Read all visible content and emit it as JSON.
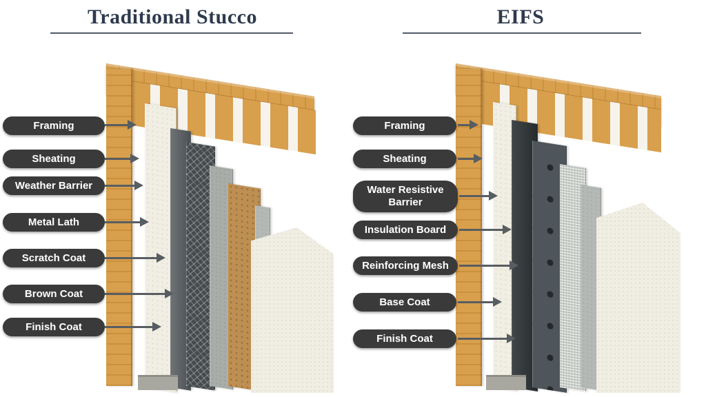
{
  "diagram": {
    "type": "wall-system-comparison",
    "panels": [
      {
        "title": "Traditional Stucco",
        "labels": [
          "Framing",
          "Sheating",
          "Weather Barrier",
          "Metal Lath",
          "Scratch Coat",
          "Brown Coat",
          "Finish Coat"
        ]
      },
      {
        "title": "EIFS",
        "labels": [
          "Framing",
          "Sheating",
          "Water Resistive Barrier",
          "Insulation Board",
          "Reinforcing Mesh",
          "Base Coat",
          "Finish Coat"
        ]
      }
    ]
  },
  "colors": {
    "background": "#ffffff",
    "title_text": "#2e3a4d",
    "title_underline": "#515a6b",
    "pill_background": "#3a3a3a",
    "pill_text": "#ffffff",
    "arrow": "#585d61",
    "wood": "#d89f4c",
    "sheathing": "#f1eee3",
    "weather_barrier": "#5a5f63",
    "metal_lath": "#464b4e",
    "scratch_coat": "#a9ada9",
    "brown_coat": "#bd8f52",
    "finish_coat": "#f0ede2",
    "wrb_dark": "#303639",
    "insulation_board": "#4e555b",
    "reinforcing_mesh": "#ccd0ca",
    "base_coat": "#b4b9b6"
  }
}
